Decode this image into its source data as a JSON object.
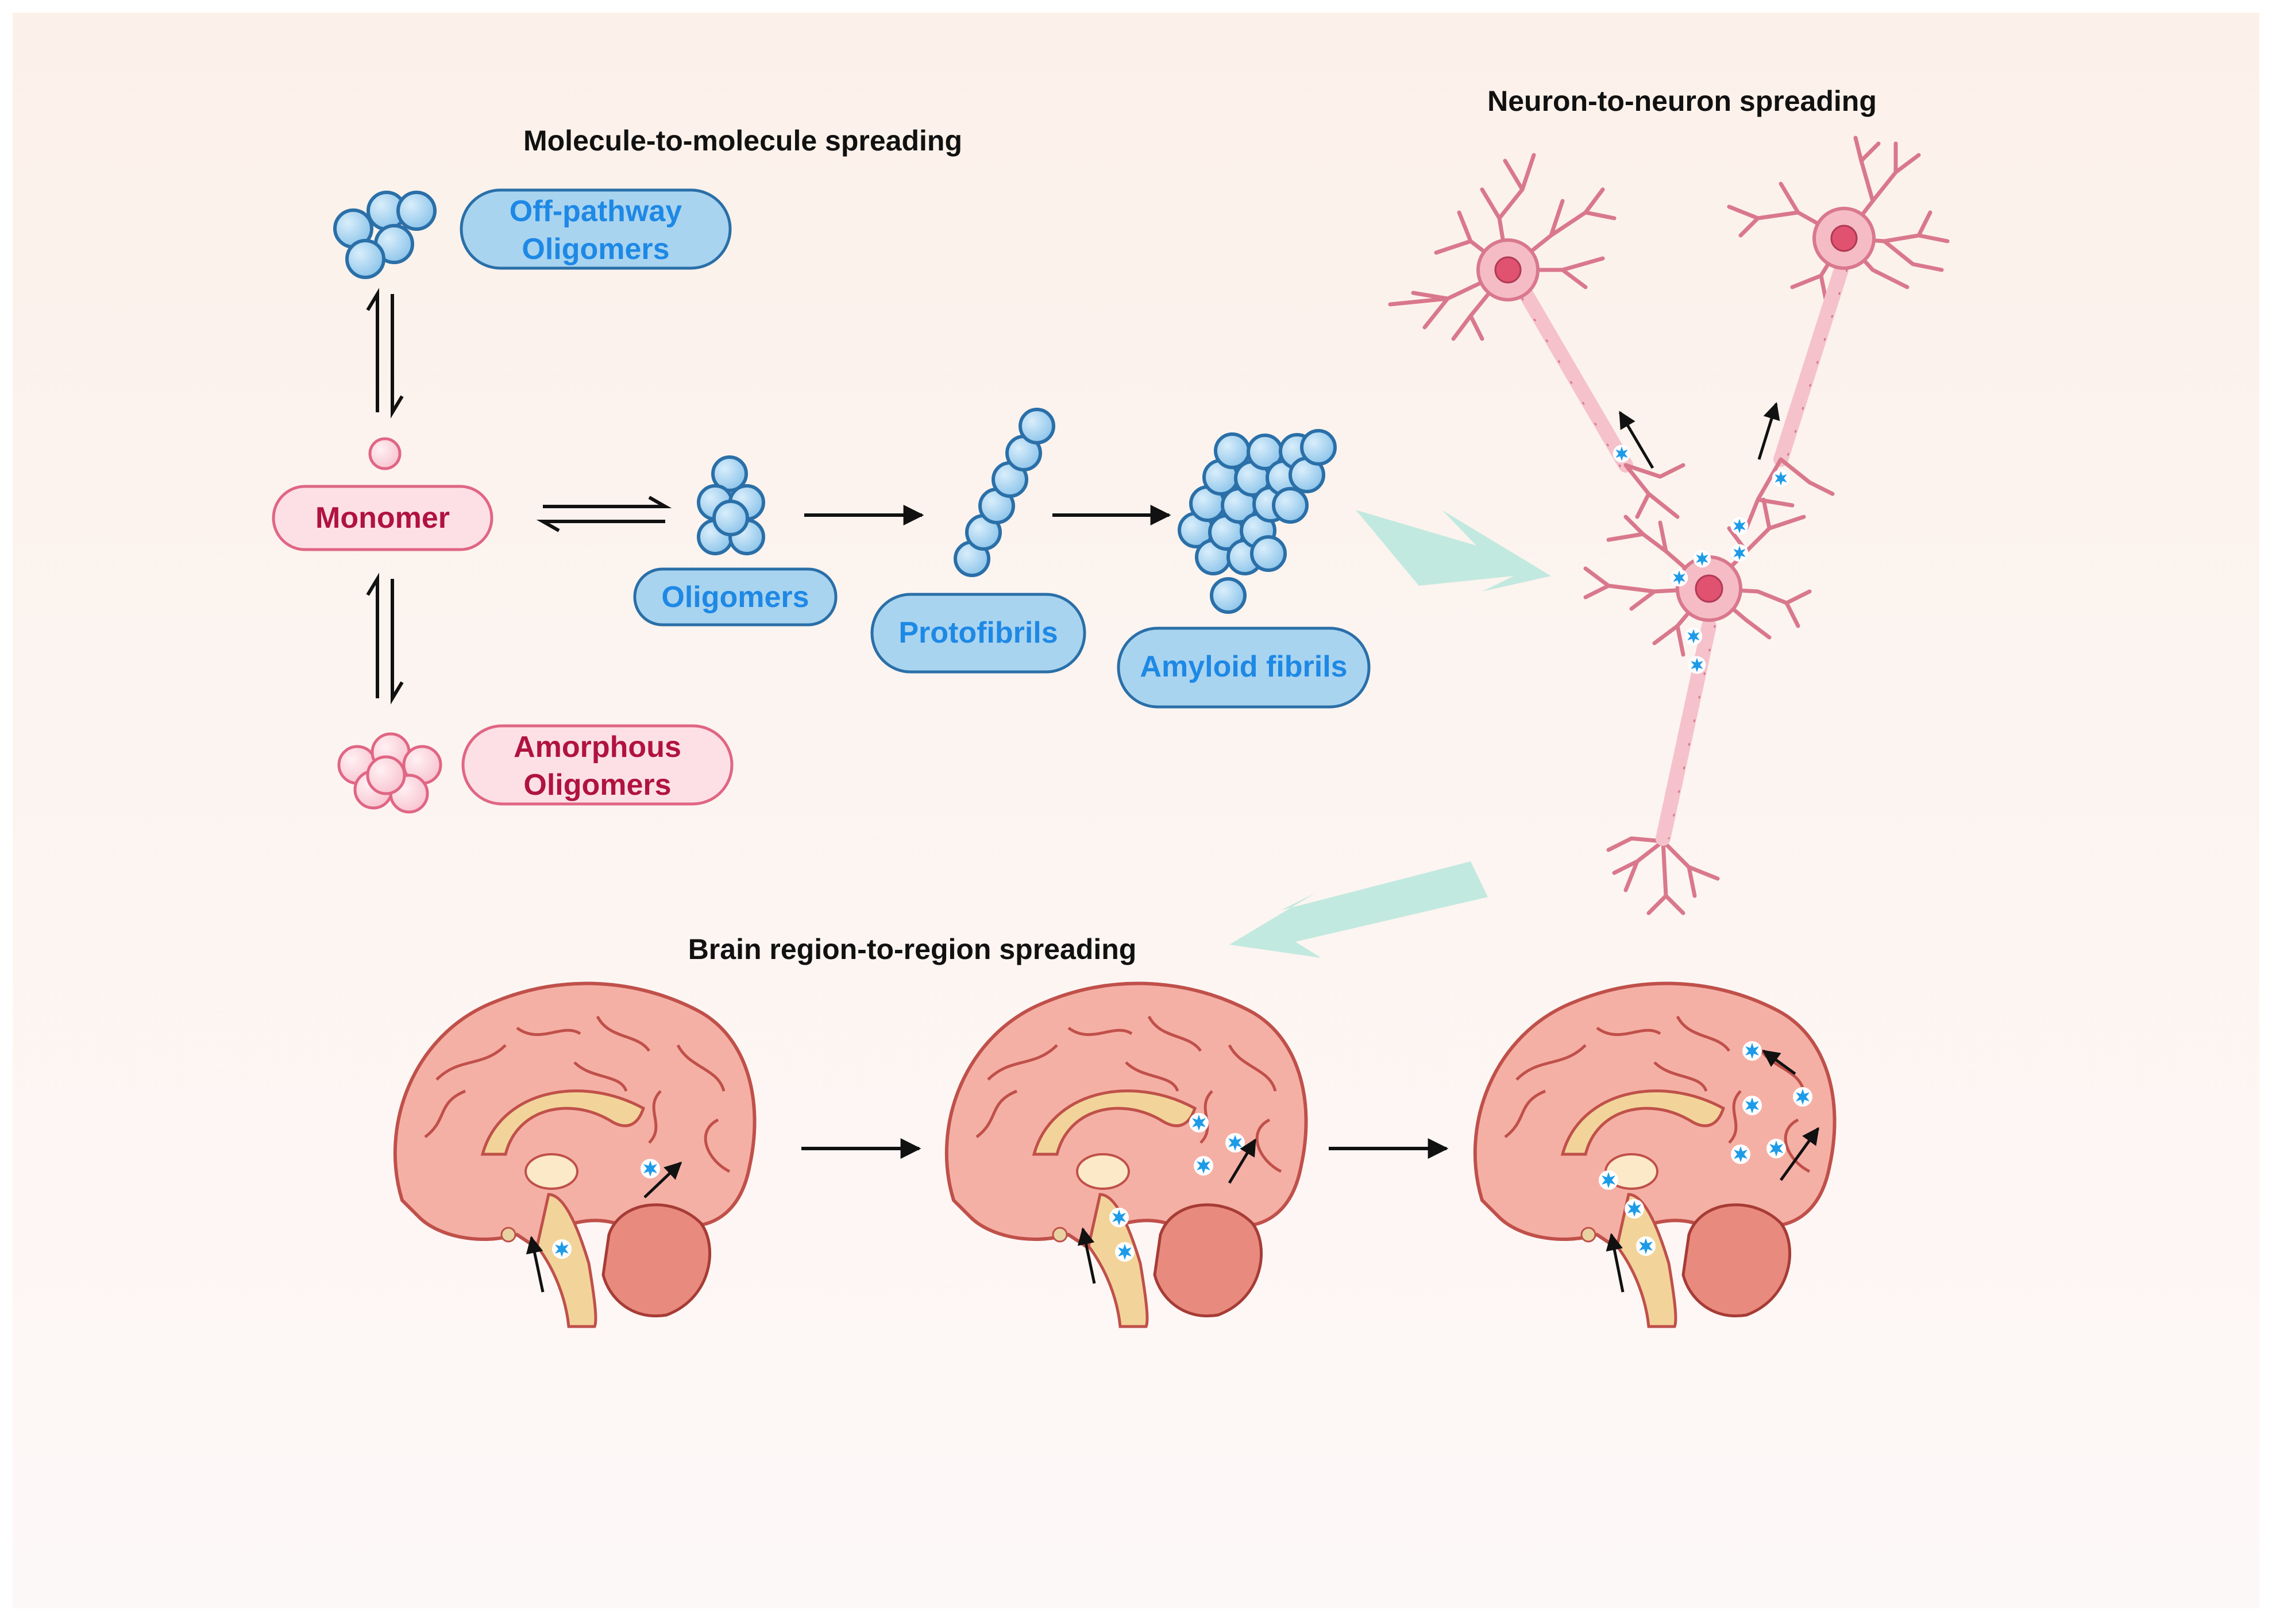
{
  "titles": {
    "molecule": "Molecule-to-molecule spreading",
    "neuron": "Neuron-to-neuron spreading",
    "brain": "Brain region-to-region spreading"
  },
  "labels": {
    "offpathway_l1": "Off-pathway",
    "offpathway_l2": "Oligomers",
    "monomer": "Monomer",
    "amorphous_l1": "Amorphous",
    "amorphous_l2": "Oligomers",
    "oligomers": "Oligomers",
    "protofibrils": "Protofibrils",
    "amyloid": "Amyloid fibrils"
  },
  "colors": {
    "background": "#fcf4f0",
    "blue_fill": "#a9d4ef",
    "blue_stroke": "#2a6fa8",
    "pink_fill": "#fde0e6",
    "pink_stroke": "#e06684",
    "neuron": "#f2a9b6",
    "teal_arrow": "#bfe8dd",
    "spark": "#1e9be8",
    "brain": "#f3a79c"
  }
}
